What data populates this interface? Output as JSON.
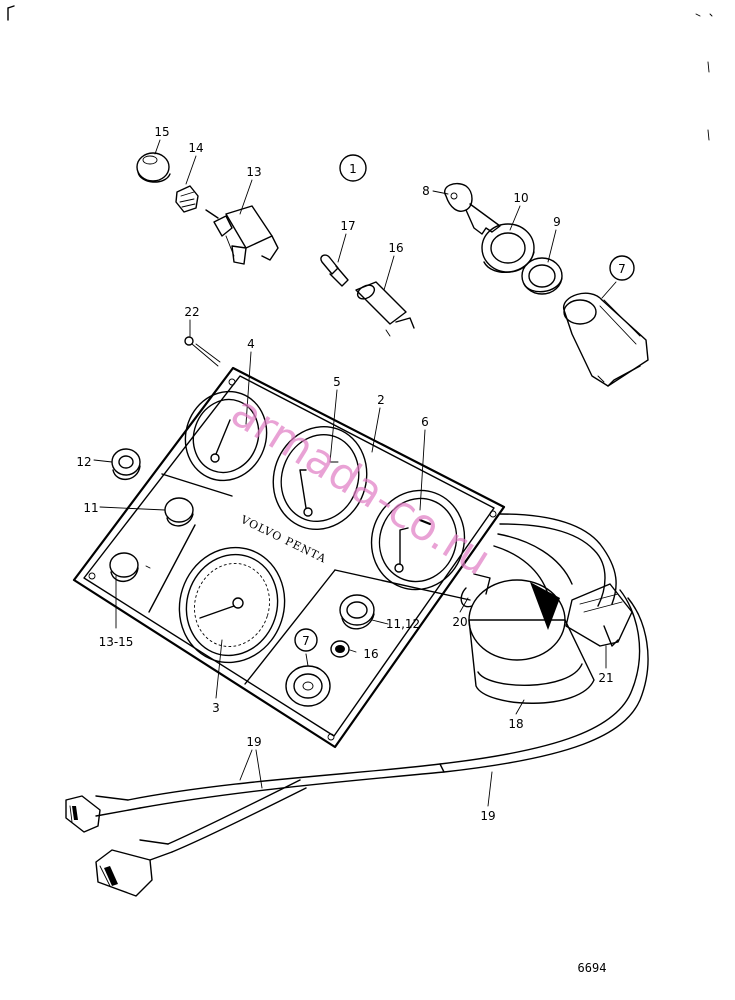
{
  "diagram": {
    "group_number": "1",
    "brand_text": "VOLVO PENTA",
    "drawing_number": "6694",
    "watermark": "armada-co.ru",
    "callouts": {
      "c15": "15",
      "c14": "14",
      "c13": "13",
      "c17": "17",
      "c16a": "16",
      "c8": "8",
      "c10": "10",
      "c9": "9",
      "c7a": "7",
      "c22": "22",
      "c4": "4",
      "c5": "5",
      "c2": "2",
      "c6": "6",
      "c12": "12",
      "c11": "11",
      "c13_15": "13-15",
      "c11_12": "11,12",
      "c7b": "7",
      "c16b": "16",
      "c3": "3",
      "c20": "20",
      "c21": "21",
      "c18": "18",
      "c19a": "19",
      "c19b": "19"
    }
  }
}
